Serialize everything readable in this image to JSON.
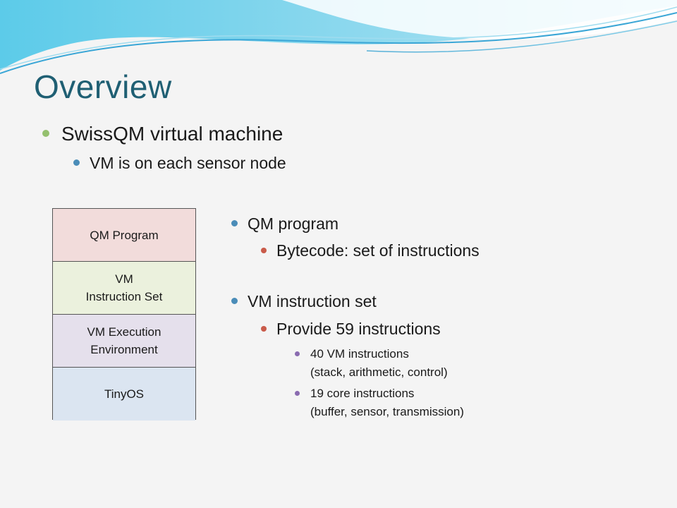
{
  "slide": {
    "title": "Overview",
    "bullets": {
      "main": "SwissQM virtual machine",
      "sub": "VM is on each sensor node"
    }
  },
  "stack_diagram": {
    "layers": [
      {
        "label": "QM Program",
        "color": "#f2dcdb"
      },
      {
        "label": "VM\nInstruction Set",
        "color": "#ebf1dd"
      },
      {
        "label": "VM Execution\nEnvironment",
        "color": "#e5e0ec"
      },
      {
        "label": "TinyOS",
        "color": "#dbe5f1"
      }
    ]
  },
  "right_bullets": {
    "qm_program": {
      "heading": "QM program",
      "detail": "Bytecode: set of instructions"
    },
    "vm_instruction_set": {
      "heading": "VM instruction set",
      "detail": "Provide 59 instructions",
      "items": [
        {
          "line1": "40 VM instructions",
          "line2": "(stack, arithmetic, control)"
        },
        {
          "line1": "19 core instructions",
          "line2": "(buffer, sensor, transmission)"
        }
      ]
    }
  },
  "theme": {
    "title_color": "#1f5f73",
    "wave_colors": [
      "#4fc3e8",
      "#9edff2",
      "#2b8fc7"
    ]
  }
}
